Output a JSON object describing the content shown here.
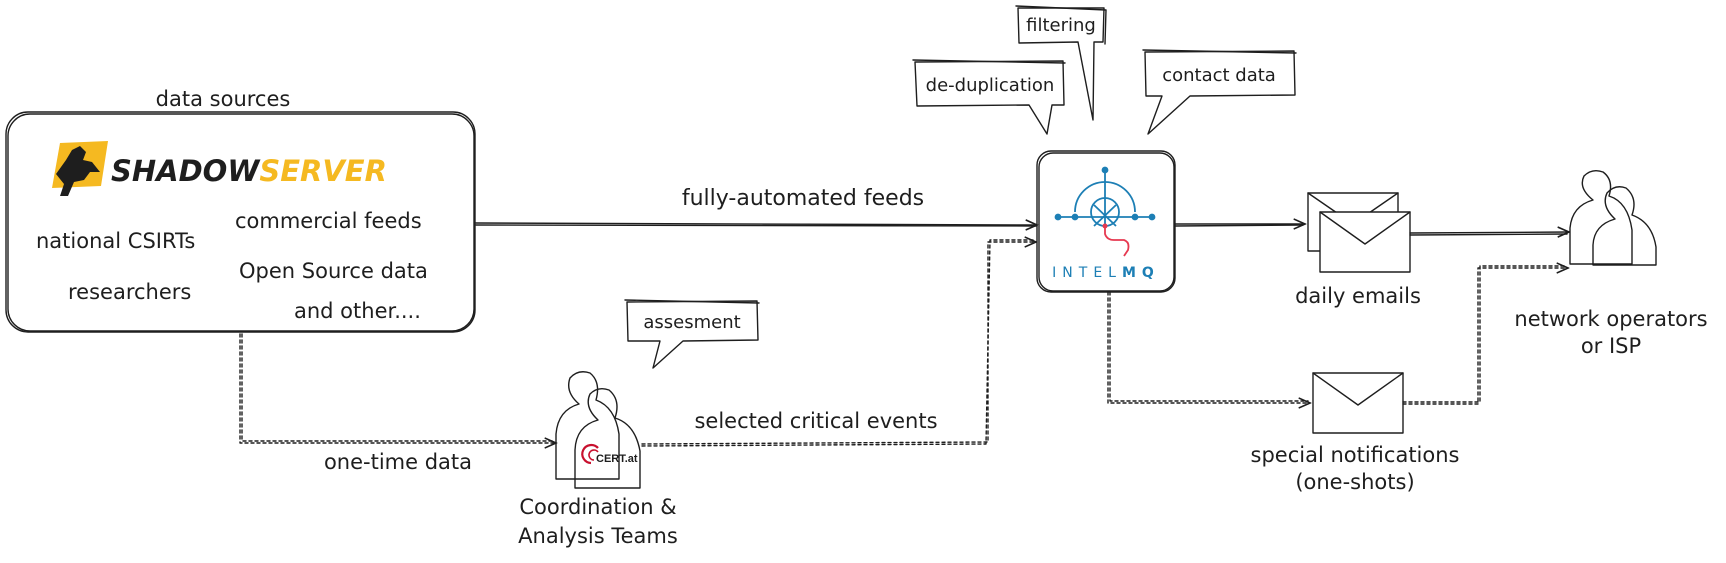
{
  "data_sources": {
    "title": "data sources",
    "logo_text_a": "SHADOW",
    "logo_text_b": "SERVER",
    "items": {
      "national": "national CSIRTs",
      "commercial": "commercial feeds",
      "opensource": "Open Source data",
      "researchers": "researchers",
      "other": "and other...."
    }
  },
  "flows": {
    "automated": "fully-automated feeds",
    "selected": "selected critical events",
    "onetime": "one-time data"
  },
  "callouts": {
    "filtering": "filtering",
    "dedup": "de-duplication",
    "contact": "contact data",
    "assessment": "assesment"
  },
  "intelmq": {
    "logo_left": "INTEL",
    "logo_right": "MQ"
  },
  "team": {
    "line1": "Coordination &",
    "line2": "Analysis Teams",
    "badge": "CERT.at"
  },
  "outputs": {
    "daily": "daily emails",
    "special_1": "special notifications",
    "special_2": "(one-shots)"
  },
  "recipients": {
    "line1": "network operators",
    "line2": "or ISP"
  },
  "colors": {
    "ink": "#1e1e1e",
    "shadowserver_yellow": "#f5b921",
    "intelmq_blue": "#1d7fb5",
    "intelmq_red": "#e63950",
    "cert_red": "#c8102e"
  }
}
